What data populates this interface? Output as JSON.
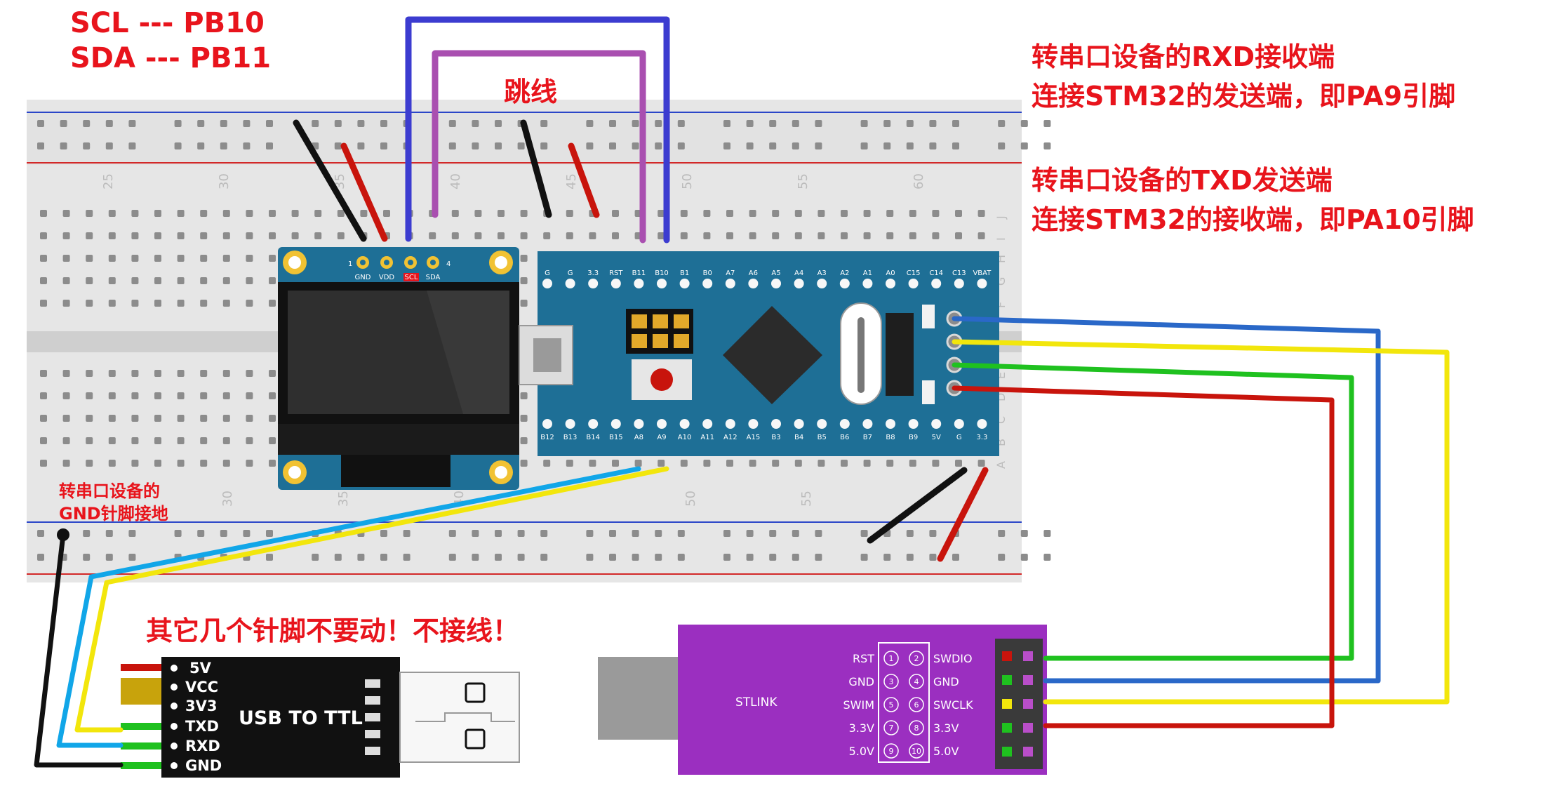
{
  "notes": {
    "scl": "SCL --- PB10",
    "sda": "SDA --- PB11",
    "jumper": "跳线",
    "rxd_line1": "转串口设备的RXD接收端",
    "rxd_line2": "连接STM32的发送端，即PA9引脚",
    "txd_line1": "转串口设备的TXD发送端",
    "txd_line2": "连接STM32的接收端，即PA10引脚",
    "gnd_line1": "转串口设备的",
    "gnd_line2": "GND针脚接地",
    "warning": "其它几个针脚不要动！不接线！"
  },
  "breadboard": {
    "column_numbers": [
      "25",
      "30",
      "35",
      "40",
      "45",
      "50",
      "55",
      "60"
    ],
    "row_letters_top": [
      "J",
      "I",
      "H",
      "G",
      "F"
    ],
    "row_letters_bottom": [
      "E",
      "D",
      "C",
      "B",
      "A"
    ]
  },
  "oled": {
    "pin_numbers": [
      "1",
      "4"
    ],
    "pins": [
      "GND",
      "VDD",
      "SCL",
      "SDA"
    ]
  },
  "stm32": {
    "top_pins": [
      "G",
      "G",
      "3.3",
      "RST",
      "B11",
      "B10",
      "B1",
      "B0",
      "A7",
      "A6",
      "A5",
      "A4",
      "A3",
      "A2",
      "A1",
      "A0",
      "C15",
      "C14",
      "C13",
      "VBAT"
    ],
    "bottom_pins": [
      "B12",
      "B13",
      "B14",
      "B15",
      "A8",
      "A9",
      "A10",
      "A11",
      "A12",
      "A15",
      "B3",
      "B4",
      "B5",
      "B6",
      "B7",
      "B8",
      "B9",
      "5V",
      "G",
      "3.3"
    ]
  },
  "usb_ttl": {
    "label": "USB TO TTL",
    "pins": [
      "5V",
      "VCC",
      "3V3",
      "TXD",
      "RXD",
      "GND"
    ]
  },
  "stlink": {
    "label": "STLINK",
    "left_pins": [
      "RST",
      "GND",
      "SWIM",
      "3.3V",
      "5.0V"
    ],
    "right_pins": [
      "SWDIO",
      "GND",
      "SWCLK",
      "3.3V",
      "5.0V"
    ],
    "left_numbers": [
      "1",
      "3",
      "5",
      "7",
      "9"
    ],
    "right_numbers": [
      "2",
      "4",
      "6",
      "8",
      "10"
    ]
  },
  "colors": {
    "red_text": "#e8141c",
    "board_blue": "#1e6f96",
    "stlink_purple": "#9b2fc0",
    "wire_blue": "#2a68c8",
    "wire_yellow": "#f2e60c",
    "wire_green": "#1fc11f",
    "wire_red": "#c8140c",
    "wire_black": "#111111",
    "wire_cyan": "#11a6e8",
    "wire_purple": "#a94fb0",
    "wire_navy": "#3c3cd0"
  }
}
